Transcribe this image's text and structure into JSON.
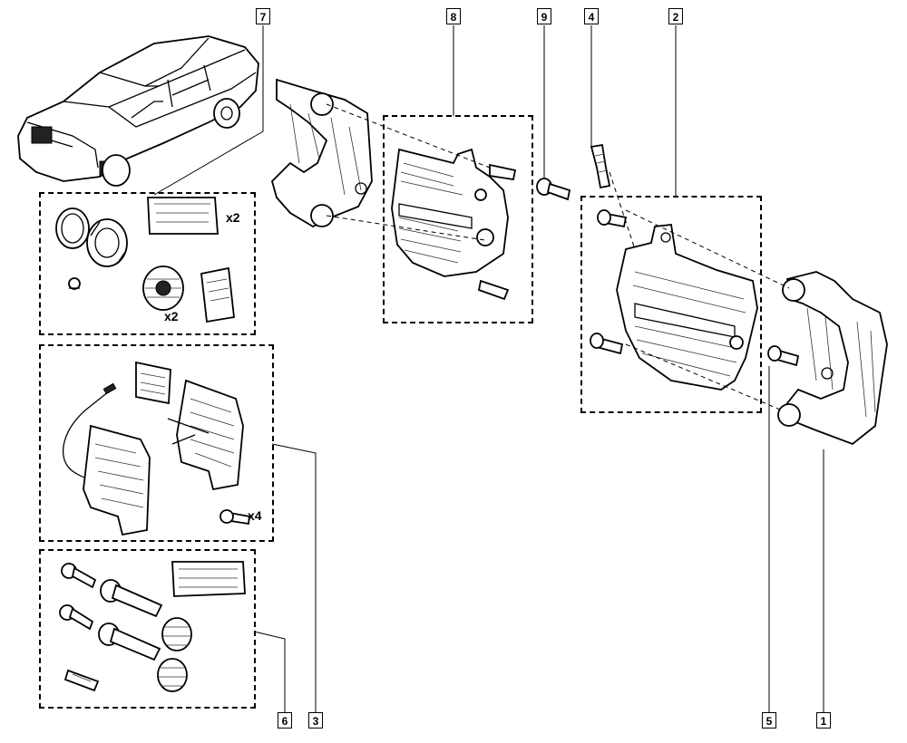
{
  "callouts": {
    "c7": "7",
    "c8": "8",
    "c9": "9",
    "c4": "4",
    "c2": "2",
    "c6": "6",
    "c3": "3",
    "c5": "5",
    "c1": "1"
  },
  "quantities": {
    "kit7_grease": "x2",
    "kit7_boots": "x2",
    "kit3_bolts": "x4"
  },
  "colors": {
    "line": "#000000",
    "background": "#ffffff"
  }
}
